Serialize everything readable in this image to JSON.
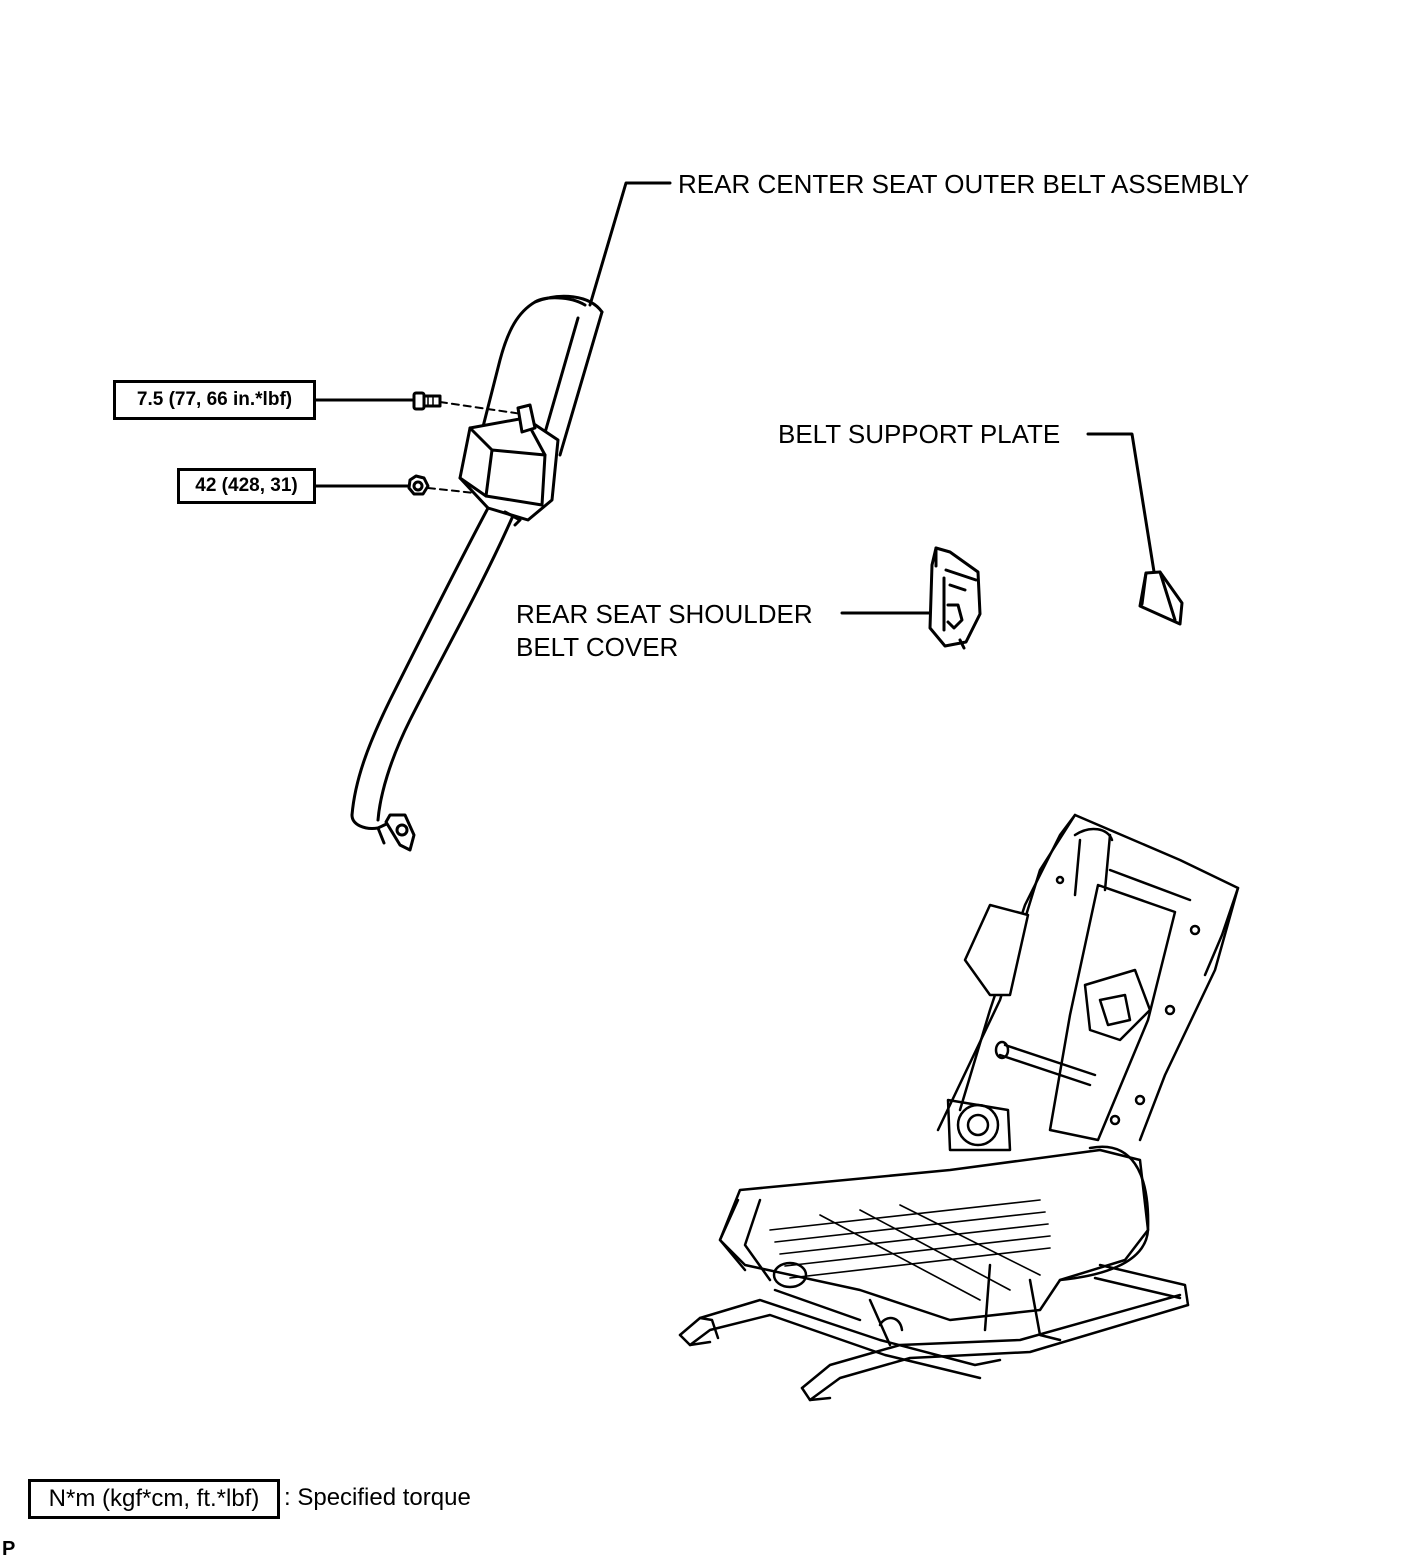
{
  "labels": {
    "outer_belt": "REAR CENTER SEAT OUTER BELT ASSEMBLY",
    "support_plate": "BELT SUPPORT PLATE",
    "shoulder_cover_line1": "REAR SEAT SHOULDER",
    "shoulder_cover_line2": "BELT COVER"
  },
  "torques": {
    "bolt": "7.5 (77, 66 in.*lbf)",
    "nut": "42 (428, 31)"
  },
  "legend": {
    "unit": "N*m (kgf*cm, ft.*lbf)",
    "description": ": Specified torque"
  },
  "corner_mark": "P"
}
